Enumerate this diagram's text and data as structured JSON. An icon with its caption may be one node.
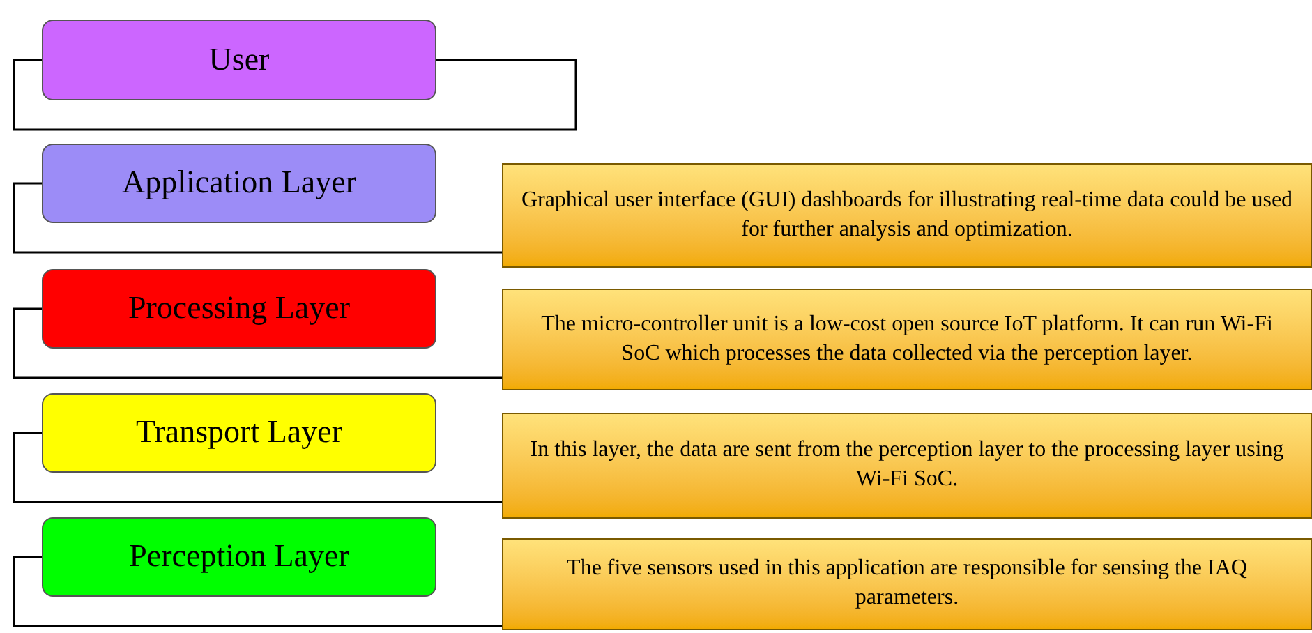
{
  "diagram": {
    "nodes": [
      {
        "text": [
          "User"
        ]
      },
      {
        "text": [
          "Application Layer"
        ]
      },
      {
        "text": [
          "Processing Layer"
        ]
      },
      {
        "text": [
          "Transport Layer"
        ]
      },
      {
        "text": [
          "Perception Layer"
        ]
      },
      {
        "text": [
          "Graphical user interface (GUI) dashboards for illustrating real-time data could be used for further analysis and optimization."
        ]
      },
      {
        "text": [
          "The micro-controller unit is a low-cost open source IoT platform. It can run Wi-Fi SoC which processes the data collected via the perception layer."
        ]
      },
      {
        "text": [
          "In this layer, the data are sent from the perception layer to the processing layer using Wi-Fi SoC."
        ]
      },
      {
        "text": [
          "The five sensors used in this application are responsible for sensing the IAQ parameters."
        ]
      }
    ],
    "edges": [
      {
        "from": 1,
        "to": 5,
        "arrow": "none"
      },
      {
        "from": 2,
        "to": 6,
        "arrow": "none"
      },
      {
        "from": 3,
        "to": 7,
        "arrow": "none"
      },
      {
        "from": 4,
        "to": 8,
        "arrow": "none"
      }
    ]
  }
}
